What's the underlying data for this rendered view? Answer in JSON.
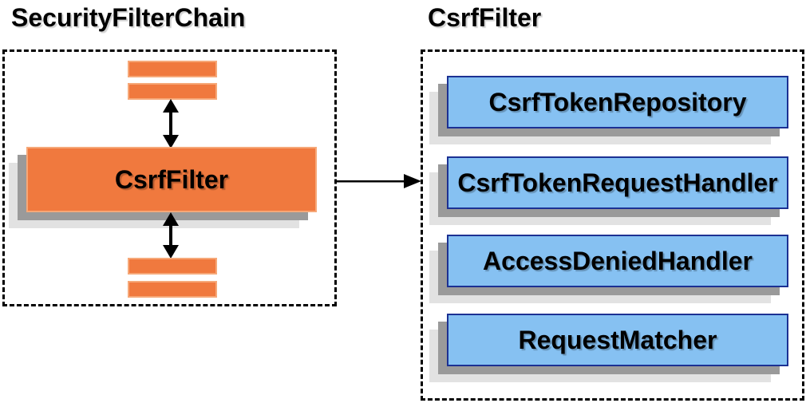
{
  "left_panel": {
    "title": "SecurityFilterChain",
    "csrf_filter_label": "CsrfFilter",
    "placeholder_bars": {
      "above": 2,
      "below": 2
    }
  },
  "right_panel": {
    "title": "CsrfFilter",
    "components": [
      "CsrfTokenRepository",
      "CsrfTokenRequestHandler",
      "AccessDeniedHandler",
      "RequestMatcher"
    ]
  },
  "relations": {
    "connector": "CsrfFilter box points to CsrfFilter components panel",
    "vertical_arrows": "bidirectional between filter placeholders and CsrfFilter"
  },
  "colors": {
    "orange_fill": "#F0793E",
    "orange_border": "#F6A878",
    "blue_fill": "#86C1F2",
    "blue_border": "#1C3193",
    "shadow_dark": "#9A9A9A",
    "shadow_light": "#E2E2E2",
    "dashed_border": "#000000",
    "arrow": "#000000",
    "text": "#000000",
    "background": "#FFFFFF"
  }
}
